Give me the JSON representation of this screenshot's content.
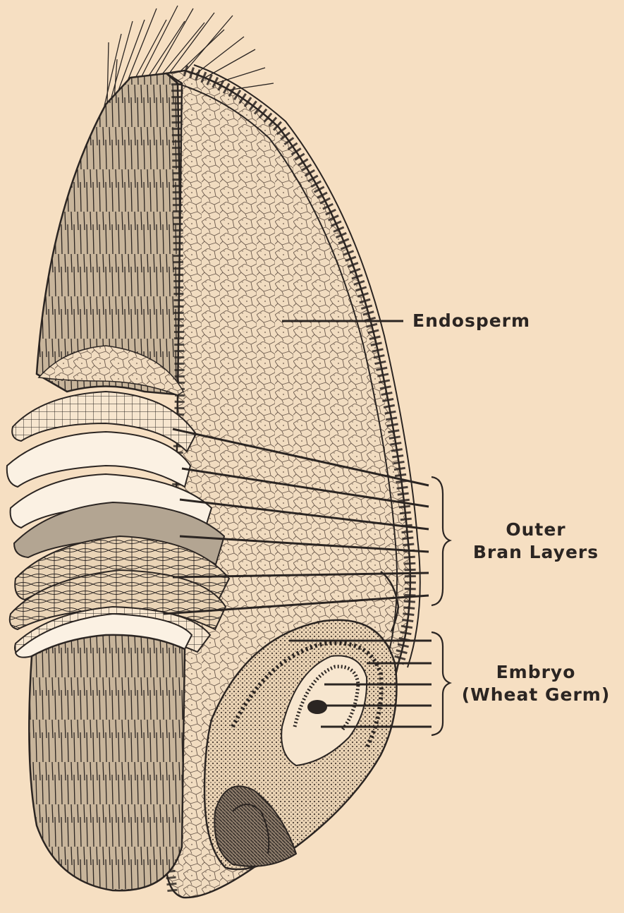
{
  "labels": {
    "endosperm": "Endosperm",
    "bran_line1": "Outer",
    "bran_line2": "Bran Layers",
    "embryo_line1": "Embryo",
    "embryo_line2": "(Wheat Germ)"
  },
  "colors": {
    "background": "#f6dfc2",
    "ink": "#2b2522",
    "endosperm_fill": "#f1dcc0",
    "husk_fill": "#c8b59b",
    "bran_white": "#fbf1e3",
    "bran_gray": "#b3a592"
  }
}
